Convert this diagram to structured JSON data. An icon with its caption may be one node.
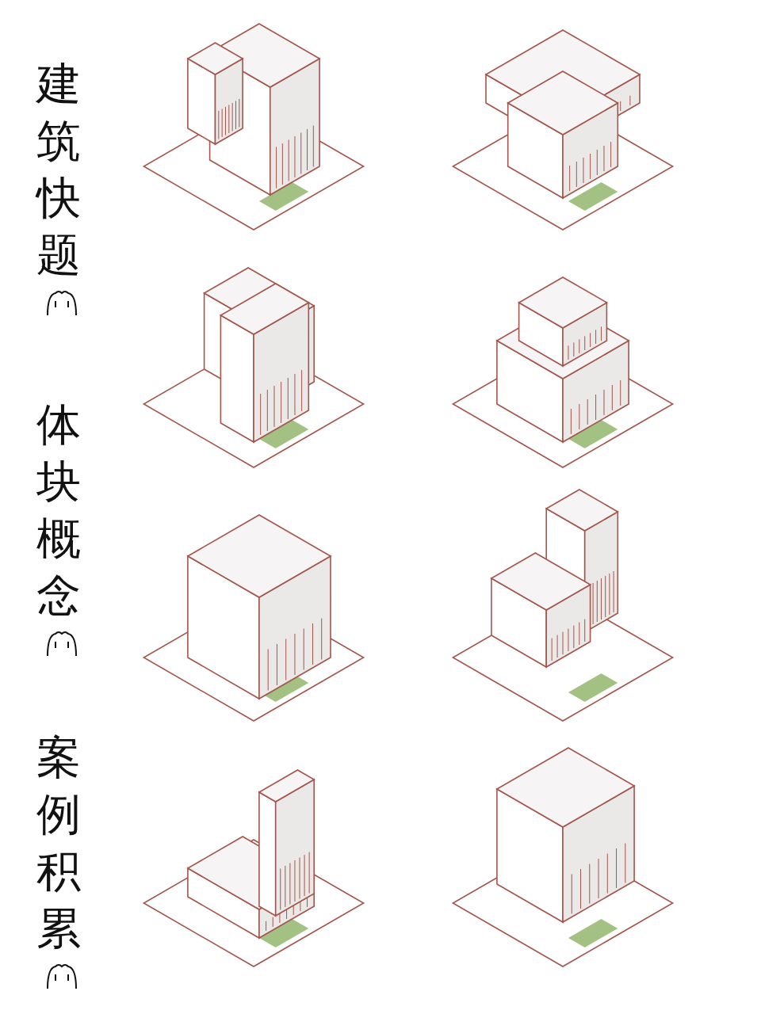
{
  "diagram": {
    "labels": [
      "建筑快题",
      "体块概念",
      "案例积累"
    ]
  }
}
